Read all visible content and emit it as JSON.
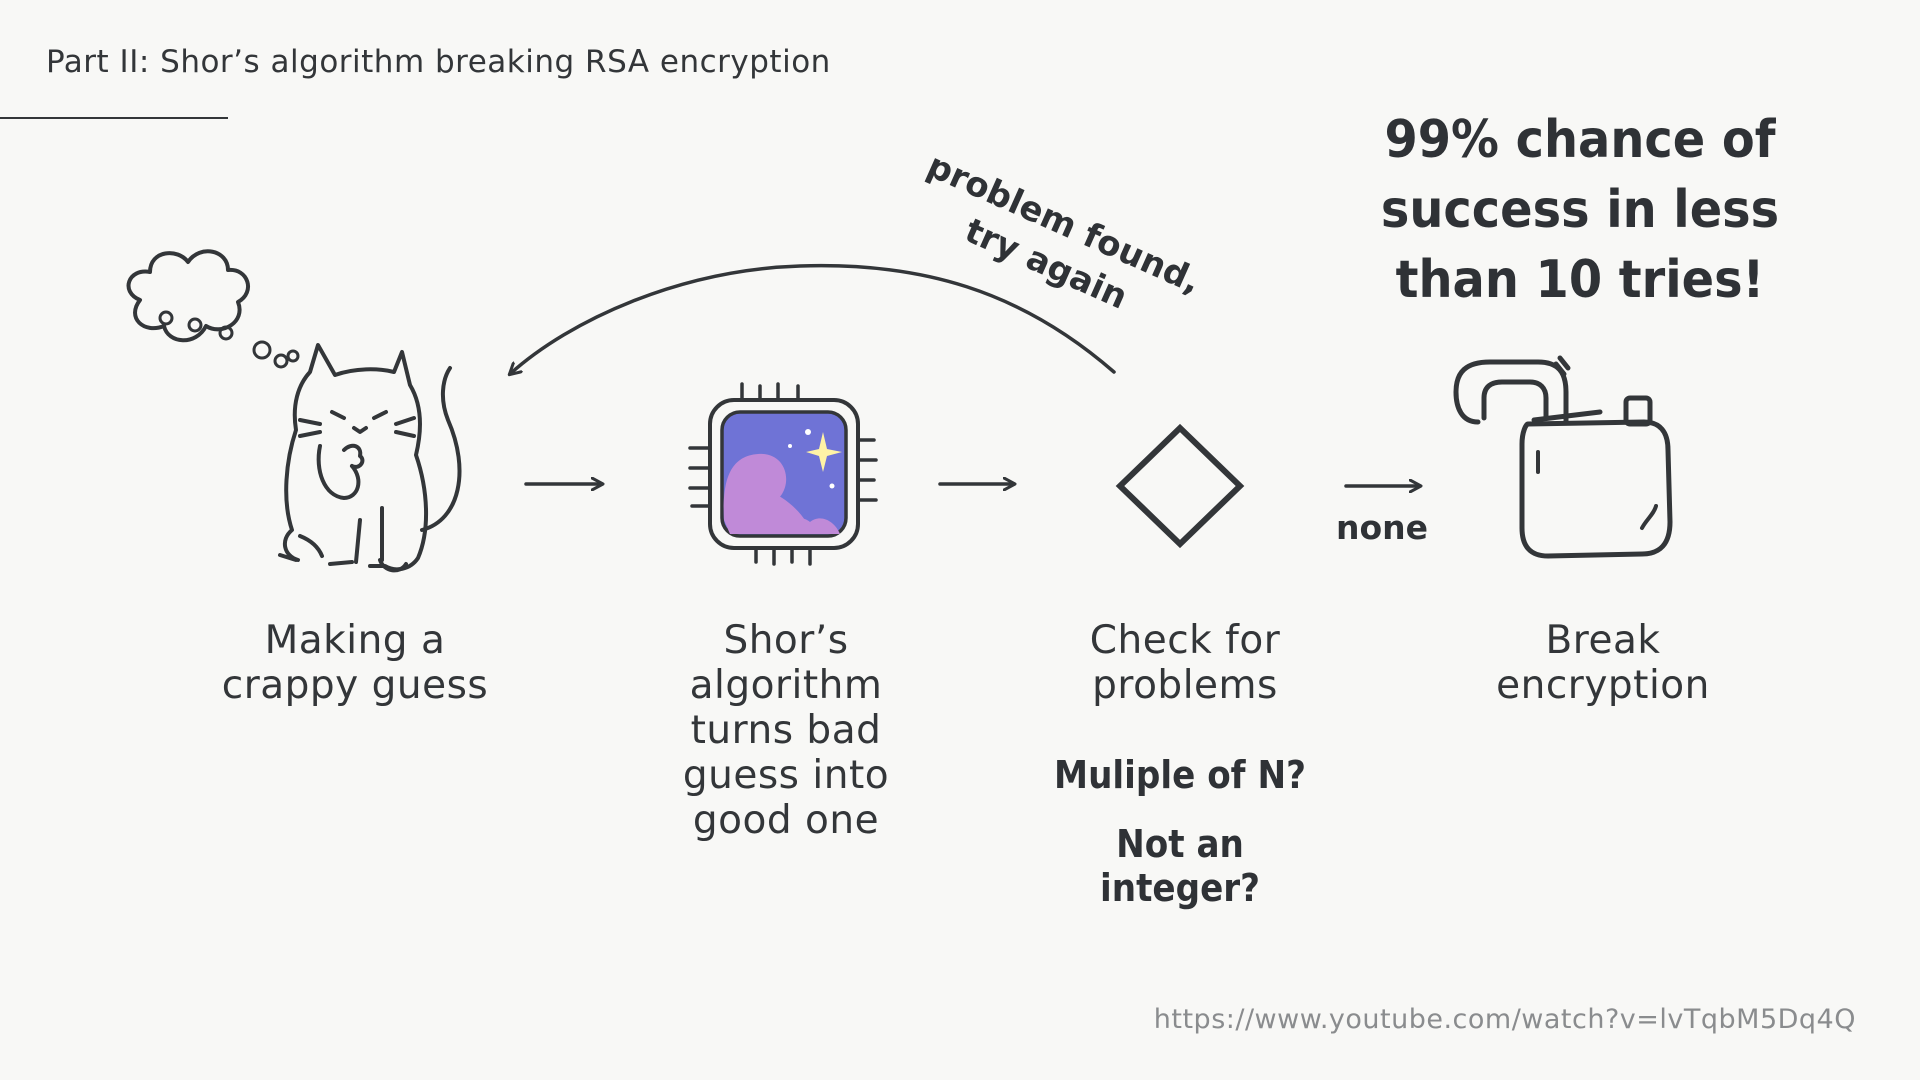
{
  "header": {
    "title": "Part II: Shor’s algorithm breaking RSA encryption"
  },
  "steps": [
    {
      "label": "Making a crappy guess",
      "icon": "thinking-cat-icon"
    },
    {
      "label": "Shor’s algorithm turns bad guess into good one",
      "icon": "quantum-chip-icon"
    },
    {
      "label": "Check for problems",
      "icon": "decision-diamond-icon"
    },
    {
      "label": "Break encryption",
      "icon": "unlocked-padlock-icon"
    }
  ],
  "loop": {
    "label": "problem found, try again"
  },
  "transition": {
    "none_label": "none"
  },
  "checks": {
    "q1": "Muliple of N?",
    "q2": "Not an integer?"
  },
  "success": {
    "text": "99% chance of success in less than 10 tries!"
  },
  "footer": {
    "url": "https://www.youtube.com/watch?v=lvTqbM5Dq4Q"
  },
  "colors": {
    "ink": "#333639",
    "chip_screen": "#6f73d6",
    "chip_nebula": "#c08ad8",
    "star": "#fff3a6",
    "background": "#f8f8f6"
  }
}
